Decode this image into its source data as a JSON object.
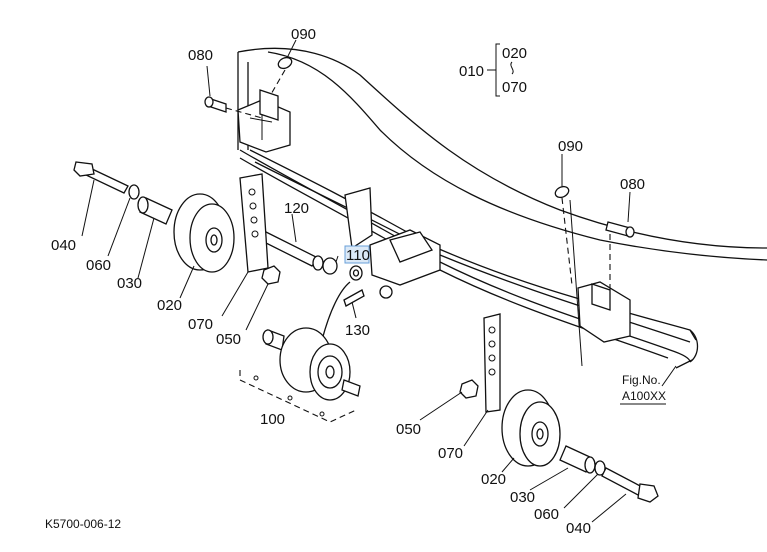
{
  "labels": {
    "080_left": "080",
    "090_top": "090",
    "010": "010",
    "020_top": "020",
    "070_top": "070",
    "090_right": "090",
    "080_right": "080",
    "120": "120",
    "110": "110",
    "040_left": "040",
    "060_left": "060",
    "030_left": "030",
    "020_left": "020",
    "070_left": "070",
    "050_left": "050",
    "130": "130",
    "100": "100",
    "050_right": "050",
    "070_right": "070",
    "020_right": "020",
    "030_right": "030",
    "060_right": "060",
    "040_right": "040"
  },
  "fig_caption": {
    "line1": "Fig.No.",
    "line2": "A100XX"
  },
  "drawing_code": "K5700-006-12"
}
